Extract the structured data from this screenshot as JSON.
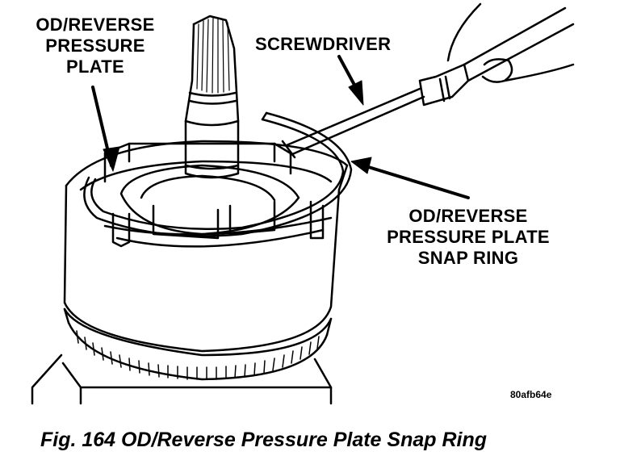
{
  "figure": {
    "labels": {
      "pressure_plate": [
        "OD/REVERSE",
        "PRESSURE",
        "PLATE"
      ],
      "screwdriver": "SCREWDRIVER",
      "snap_ring": [
        "OD/REVERSE",
        "PRESSURE PLATE",
        "SNAP RING"
      ]
    },
    "figure_code": "80afb64e",
    "caption": "Fig. 164 OD/Reverse Pressure Plate Snap Ring"
  }
}
